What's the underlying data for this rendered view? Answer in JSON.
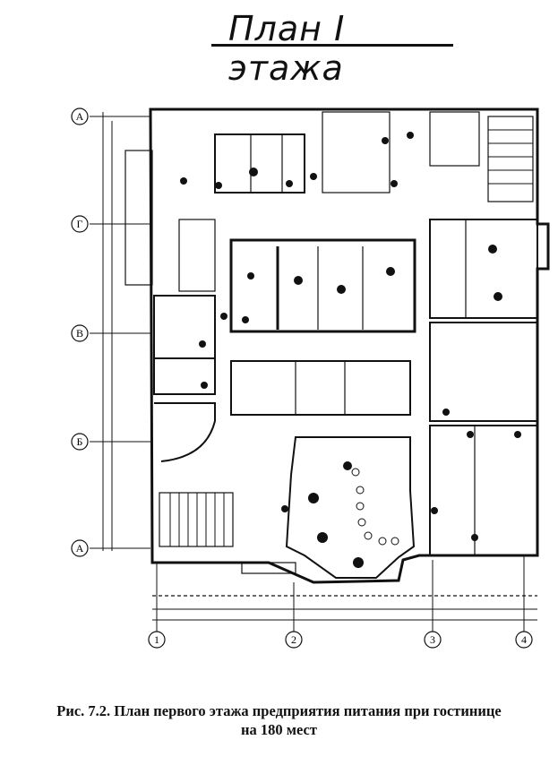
{
  "title": "План I этажа",
  "caption": {
    "line1": "Рис. 7.2. План первого этажа предприятия питания при гостинице",
    "line2": "на 180 мест"
  },
  "axes": {
    "horizontal": [
      "1",
      "2",
      "3",
      "4"
    ],
    "vertical": [
      "А",
      "Г",
      "В",
      "Б",
      "А"
    ]
  },
  "colors": {
    "ink": "#111111",
    "paper": "#ffffff"
  }
}
